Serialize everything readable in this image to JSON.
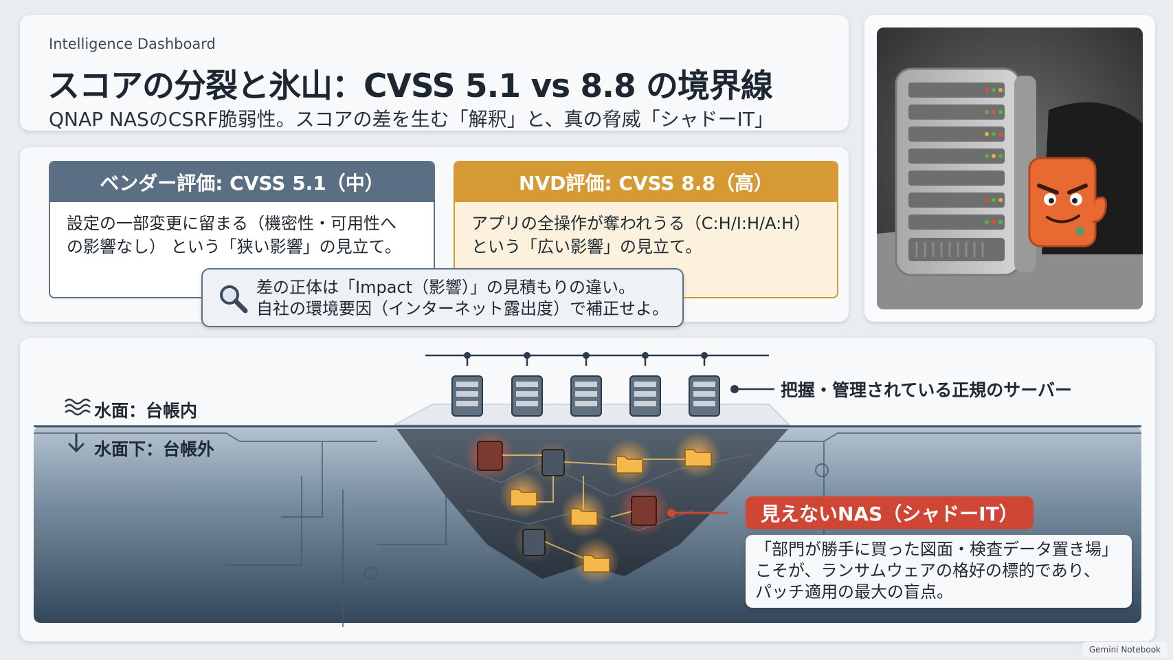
{
  "header": {
    "kicker": "Intelligence Dashboard",
    "title": "スコアの分裂と氷山：CVSS 5.1 vs 8.8 の境界線",
    "subtitle": "QNAP NASのCSRF脆弱性。スコアの差を生む「解釈」と、真の脅威「シャドーIT」"
  },
  "comparison": {
    "vendor": {
      "heading": "ベンダー評価: CVSS 5.1（中）",
      "line1": "設定の一部変更に留まる（機密性・可用性へ",
      "line2": "の影響なし） という「狭い影響」の見立て。"
    },
    "nvd": {
      "heading": "NVD評価: CVSS 8.8（高）",
      "line1": "アプリの全操作が奪われうる（C:H/I:H/A:H）",
      "line2": "という「広い影響」の見立て。"
    },
    "note": {
      "line1": "差の正体は「Impact（影響）」の見積もりの違い。",
      "line2": "自社の環境要因（インターネット露出度）で補正せよ。",
      "icon": "magnifier-icon"
    }
  },
  "iceberg": {
    "surface_label": "水面：台帳内",
    "below_label": "水面下：台帳外",
    "servers_label": "把握・管理されている正規のサーバー",
    "shadow_tag": "見えないNAS（シャドーIT）",
    "shadow_desc": {
      "line1": "「部門が勝手に買った図面・検査データ置き場」",
      "line2": "こそが、ランサムウェアの格好の標的であり、",
      "line3": "パッチ適用の最大の盲点。"
    }
  },
  "footer": {
    "badge": "Gemini Notebook"
  },
  "colors": {
    "vendor": "#5a6e84",
    "nvd": "#d59a33",
    "shadow": "#cf4635",
    "water": "#3f5366"
  }
}
